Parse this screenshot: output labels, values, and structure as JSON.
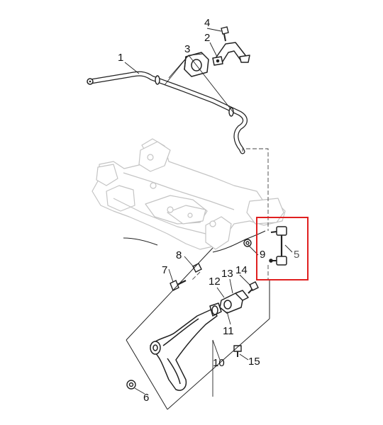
{
  "callouts": {
    "c1": "1",
    "c2": "2",
    "c3": "3",
    "c4": "4",
    "c5": "5",
    "c6": "6",
    "c7": "7",
    "c8": "8",
    "c9": "9",
    "c10": "10",
    "c11": "11",
    "c12": "12",
    "c13": "13",
    "c14": "14",
    "c15": "15"
  },
  "colors": {
    "line": "#222222",
    "faded": "#bdbdbd",
    "highlight": "#e02020"
  }
}
